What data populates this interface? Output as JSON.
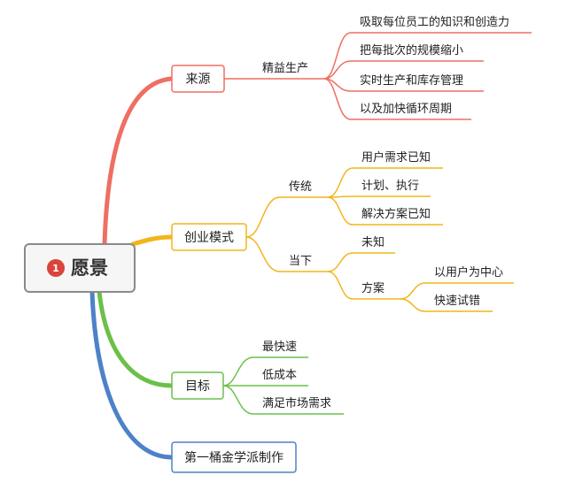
{
  "root": {
    "badge": "1",
    "label": "愿景"
  },
  "colors": {
    "source": "#ee6f63",
    "model": "#f2b51c",
    "goal": "#6cc04a",
    "extra": "#4d82c9",
    "root_border": "#8a8a8a",
    "badge": "#d9453b"
  },
  "branches": {
    "source": {
      "label": "来源",
      "sub": "精益生产",
      "leaves": [
        "吸取每位员工的知识和创造力",
        "把每批次的规模缩小",
        "实时生产和库存管理",
        "以及加快循环周期"
      ]
    },
    "model": {
      "label": "创业模式",
      "traditional": {
        "label": "传统",
        "leaves": [
          "用户需求已知",
          "计划、执行",
          "解决方案已知"
        ]
      },
      "current": {
        "label": "当下",
        "unknown": "未知",
        "plan": {
          "label": "方案",
          "leaves": [
            "以用户为中心",
            "快速试错"
          ]
        }
      }
    },
    "goal": {
      "label": "目标",
      "leaves": [
        "最快速",
        "低成本",
        "满足市场需求"
      ]
    },
    "extra": {
      "label": "第一桶金学派制作"
    }
  }
}
